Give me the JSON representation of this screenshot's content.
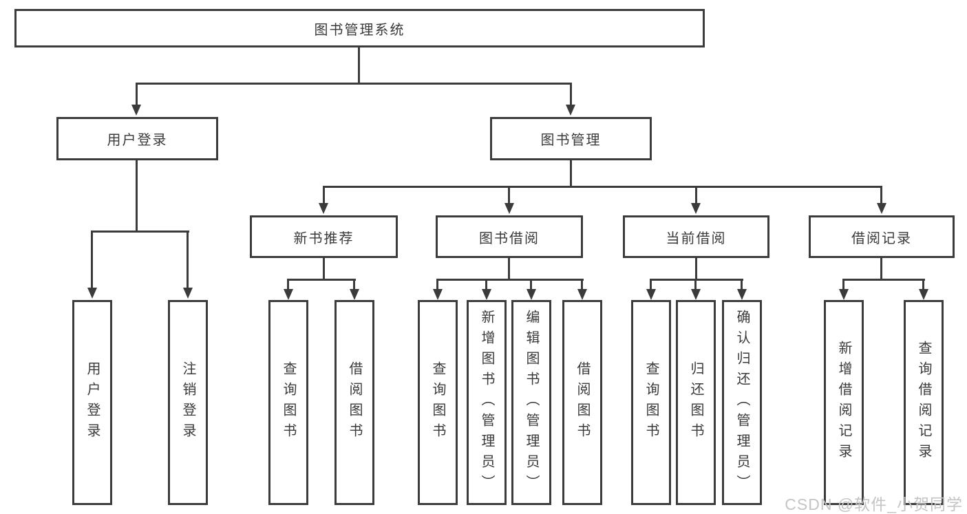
{
  "tree": {
    "root": "图书管理系统",
    "branches": [
      {
        "label": "用户登录",
        "leaves": [
          "用户登录",
          "注销登录"
        ]
      },
      {
        "label": "图书管理",
        "groups": [
          {
            "label": "新书推荐",
            "leaves": [
              "查询图书",
              "借阅图书"
            ]
          },
          {
            "label": "图书借阅",
            "leaves": [
              "查询图书",
              "新增图书（管理员）",
              "编辑图书（管理员）",
              "借阅图书"
            ]
          },
          {
            "label": "当前借阅",
            "leaves": [
              "查询图书",
              "归还图书",
              "确认归还（管理员）"
            ]
          },
          {
            "label": "借阅记录",
            "leaves": [
              "新增借阅记录",
              "查询借阅记录"
            ]
          }
        ]
      }
    ]
  },
  "watermark": "CSDN @软件_小贺同学",
  "colors": {
    "line": "#3b3b3b",
    "box_border": "#3b3b3b",
    "text": "#3a3a3a",
    "watermark": "#c6c3c3",
    "background": "#ffffff"
  }
}
